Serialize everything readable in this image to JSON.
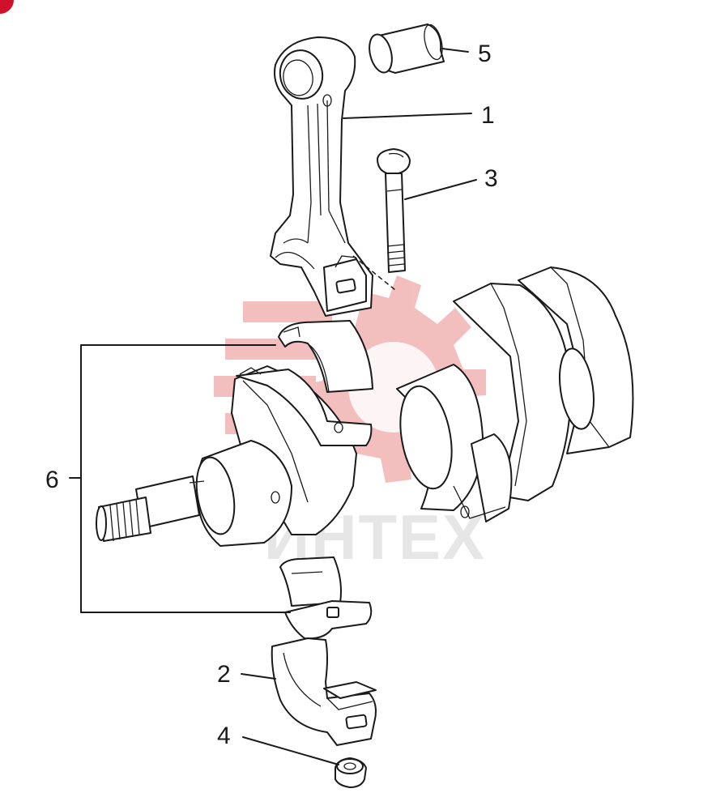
{
  "watermark": {
    "text": "ИНТЕХ",
    "logo_color": "#f2b8b8",
    "text_color": "#e3e3e3"
  },
  "corner_badge_color": "#d0112b",
  "callouts": [
    {
      "id": "rod",
      "label": "1"
    },
    {
      "id": "cap",
      "label": "2"
    },
    {
      "id": "bolt",
      "label": "3"
    },
    {
      "id": "nut",
      "label": "4"
    },
    {
      "id": "bushing",
      "label": "5"
    },
    {
      "id": "bearings",
      "label": "6"
    }
  ]
}
